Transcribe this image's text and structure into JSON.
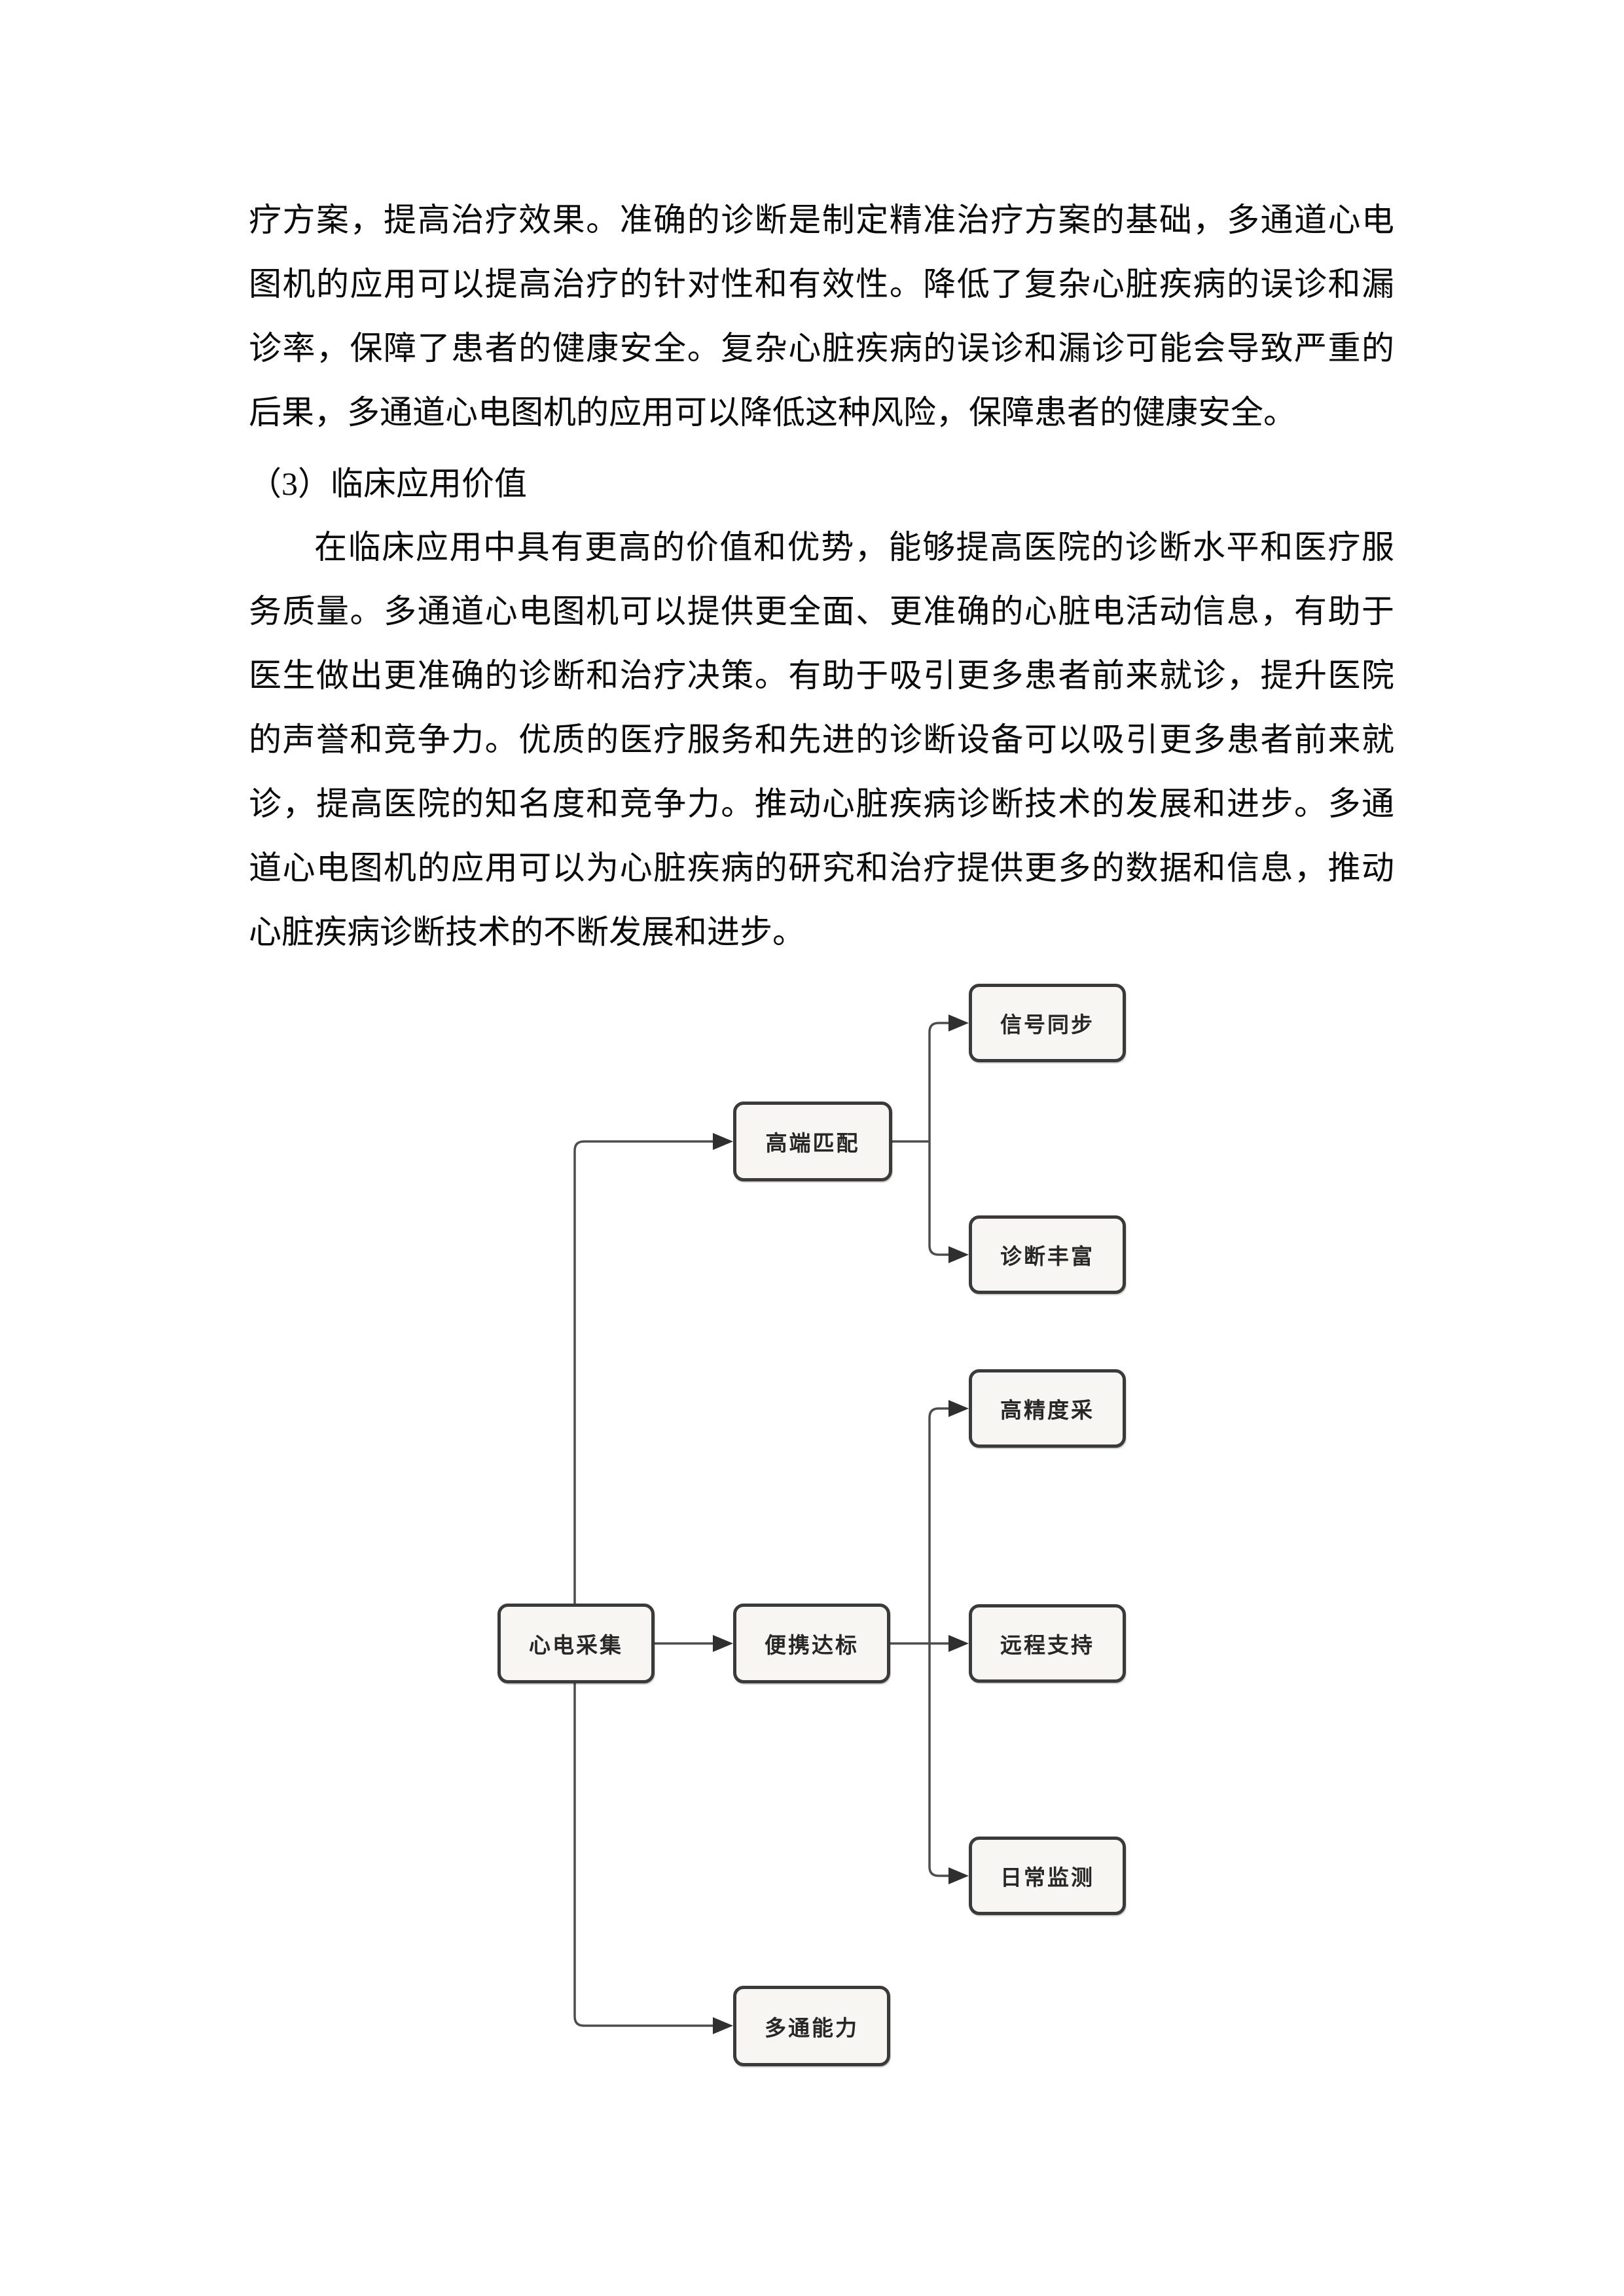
{
  "document": {
    "paragraph1_lines": [
      "疗方案，提高治疗效果。准确的诊断是制定精准治疗方案的基础，多通道心电",
      "图机的应用可以提高治疗的针对性和有效性。降低了复杂心脏疾病的误诊和漏",
      "诊率，保障了患者的健康安全。复杂心脏疾病的误诊和漏诊可能会导致严重的",
      "后果，多通道心电图机的应用可以降低这种风险，保障患者的健康安全。"
    ],
    "heading": "（3）临床应用价值",
    "paragraph2_lines": [
      "在临床应用中具有更高的价值和优势，能够提高医院的诊断水平和医疗服",
      "务质量。多通道心电图机可以提供更全面、更准确的心脏电活动信息，有助于",
      "医生做出更准确的诊断和治疗决策。有助于吸引更多患者前来就诊，提升医院",
      "的声誉和竞争力。优质的医疗服务和先进的诊断设备可以吸引更多患者前来就",
      "诊，提高医院的知名度和竞争力。推动心脏疾病诊断技术的发展和进步。多通",
      "道心电图机的应用可以为心脏疾病的研究和治疗提供更多的数据和信息，推动",
      "心脏疾病诊断技术的不断发展和进步。"
    ]
  },
  "diagram": {
    "type": "flowchart-tree",
    "direction": "left-to-right",
    "labels": {
      "root": "心电采集",
      "high_end": "高端匹配",
      "portable": "便携达标",
      "multichannel": "多通能力",
      "signal_sync": "信号同步",
      "diagnosis_rich": "诊断丰富",
      "high_precision": "高精度采",
      "remote_support": "远程支持",
      "daily_monitoring": "日常监测"
    },
    "edges": [
      {
        "from": "心电采集",
        "to": "高端匹配"
      },
      {
        "from": "心电采集",
        "to": "便携达标"
      },
      {
        "from": "心电采集",
        "to": "多通能力"
      },
      {
        "from": "高端匹配",
        "to": "信号同步"
      },
      {
        "from": "高端匹配",
        "to": "诊断丰富"
      },
      {
        "from": "便携达标",
        "to": "高精度采"
      },
      {
        "from": "便携达标",
        "to": "远程支持"
      },
      {
        "from": "便携达标",
        "to": "日常监测"
      }
    ],
    "colors": {
      "node_fill": "#f7f6f3",
      "node_border": "#3a3a3a",
      "edge": "#4d4d4d",
      "arrowhead": "#2f2f2f",
      "label_text": "#272727"
    }
  }
}
